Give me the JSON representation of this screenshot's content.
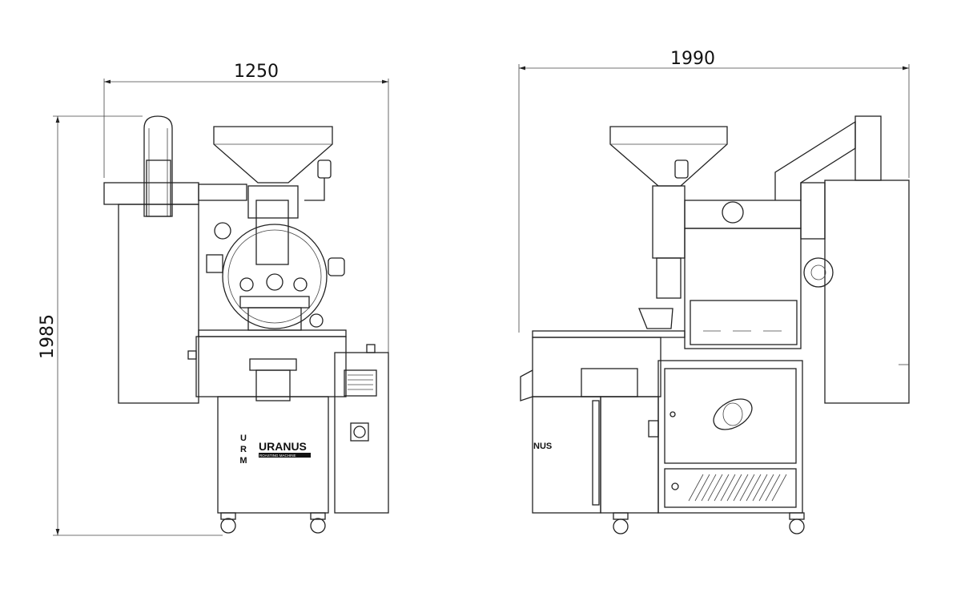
{
  "dimensions": {
    "front_width": "1250",
    "side_width": "1990",
    "height": "1985"
  },
  "front_view": {
    "logo_letters": [
      "U",
      "R",
      "M"
    ],
    "brand": "URANUS",
    "tagline": "ROASTING MACHINE"
  },
  "side_view": {
    "brand_partial": "NUS"
  },
  "colors": {
    "line": "#222222",
    "background": "#ffffff"
  }
}
